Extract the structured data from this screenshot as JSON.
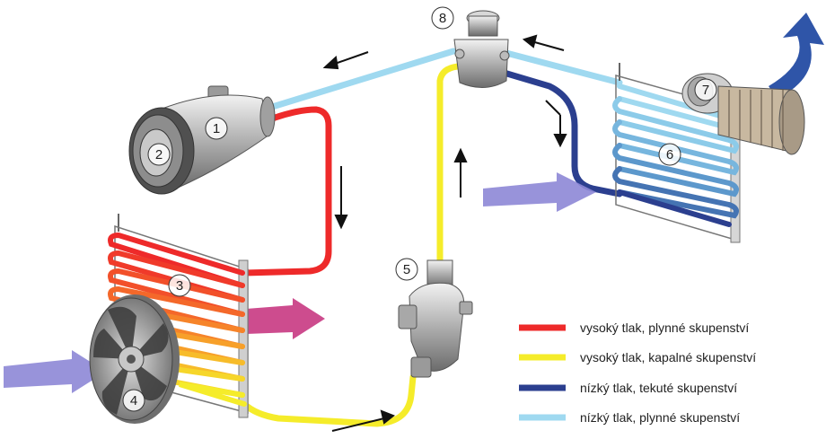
{
  "colors": {
    "high_gas": "#ee2a2a",
    "high_liquid": "#f5ec2a",
    "low_liquid": "#2b3f8f",
    "low_gas": "#9fd9f0",
    "arrow_purple": "#8d87d6",
    "arrow_magenta": "#c42d7a",
    "arrow_blue": "#2f55a8"
  },
  "labels": {
    "n1": "1",
    "n2": "2",
    "n3": "3",
    "n4": "4",
    "n5": "5",
    "n6": "6",
    "n7": "7",
    "n8": "8"
  },
  "legend": [
    {
      "text": "vysoký tlak, plynné skupenství",
      "color": "#ee2a2a"
    },
    {
      "text": "vysoký tlak, kapalné skupenství",
      "color": "#f5ec2a"
    },
    {
      "text": "nízký tlak, tekuté skupenství",
      "color": "#2b3f8f"
    },
    {
      "text": "nízký tlak, plynné skupenství",
      "color": "#9fd9f0"
    }
  ]
}
